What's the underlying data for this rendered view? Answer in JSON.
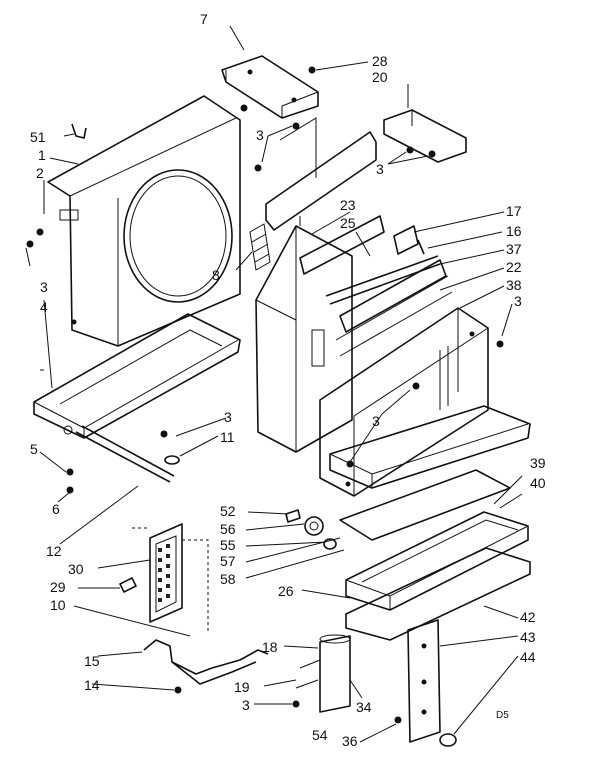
{
  "labels": {
    "l7": "7",
    "l28": "28",
    "l20": "20",
    "l51": "51",
    "l1": "1",
    "l2": "2",
    "l3": "3",
    "l4": "4",
    "l5": "5",
    "l6": "6",
    "l8": "8",
    "l10": "10",
    "l11": "11",
    "l12": "12",
    "l14": "14",
    "l15": "15",
    "l16": "16",
    "l17": "17",
    "l18": "18",
    "l19": "19",
    "l22": "22",
    "l23": "23",
    "l25": "25",
    "l26": "26",
    "l29": "29",
    "l30": "30",
    "l34": "34",
    "l36": "36",
    "l37": "37",
    "l38": "38",
    "l39": "39",
    "l40": "40",
    "l42": "42",
    "l43": "43",
    "l44": "44",
    "l52": "52",
    "l54": "54",
    "l55": "55",
    "l56": "56",
    "l57": "57",
    "l58": "58",
    "code": "D5"
  }
}
